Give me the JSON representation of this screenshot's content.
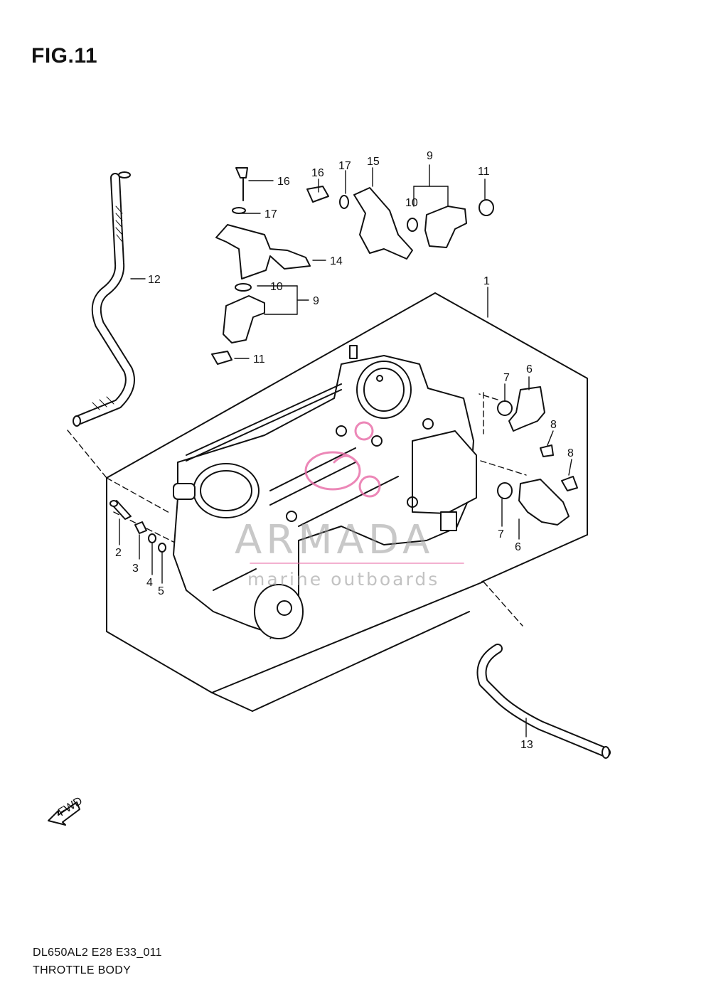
{
  "figure_label": "FIG.11",
  "footer": {
    "model_code": "DL650AL2 E28 E33_011",
    "section_name": "THROTTLE BODY"
  },
  "watermark": {
    "brand": "ARMADA",
    "tagline": "marine outboards",
    "accent_color": "#e86aa6"
  },
  "fwd_label": "FWD",
  "callouts": {
    "c1": "1",
    "c2": "2",
    "c3": "3",
    "c4": "4",
    "c5": "5",
    "c6_upper": "6",
    "c6_lower": "6",
    "c7_upper": "7",
    "c7_lower": "7",
    "c8_upper": "8",
    "c8_lower": "8",
    "c9_left": "9",
    "c9_right": "9",
    "c10_left": "10",
    "c10_right": "10",
    "c11_left": "11",
    "c11_right": "11",
    "c12": "12",
    "c13": "13",
    "c14": "14",
    "c15": "15",
    "c16_left": "16",
    "c16_right": "16",
    "c17_left": "17",
    "c17_right": "17"
  }
}
